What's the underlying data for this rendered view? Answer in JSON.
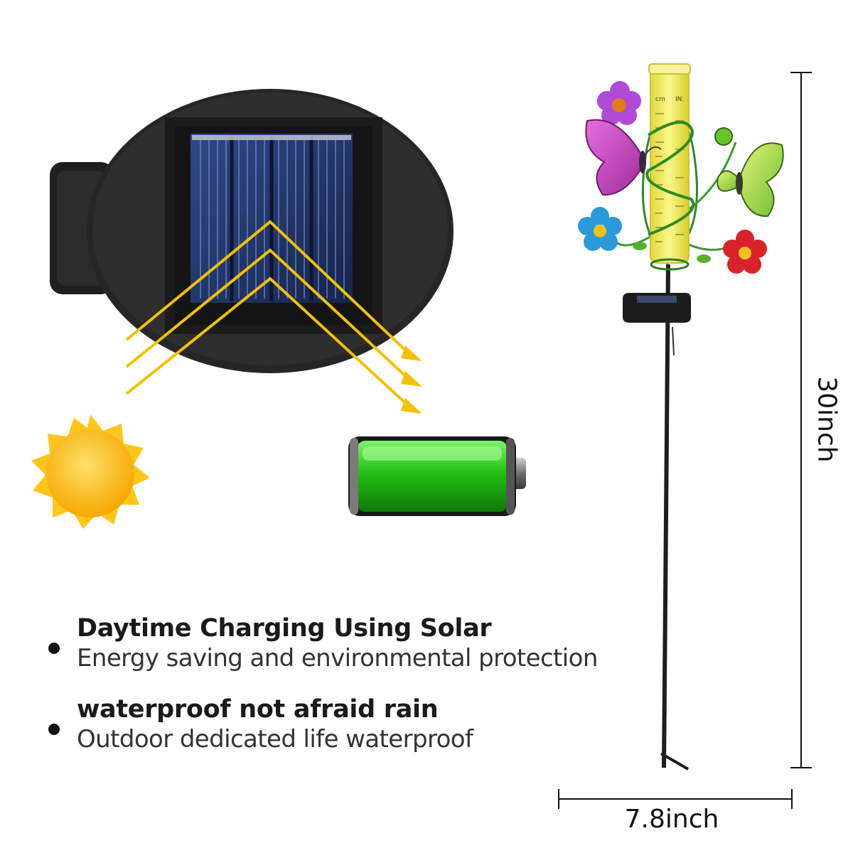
{
  "features": [
    {
      "title": "Daytime Charging Using Solar",
      "subtitle": "Energy saving and environmental protection"
    },
    {
      "title": "waterproof not afraid rain",
      "subtitle": "Outdoor dedicated life waterproof"
    }
  ],
  "dimensions": {
    "height": "30inch",
    "width": "7.8inch"
  },
  "gauge": {
    "unit_cm": "cm",
    "unit_in": "IN."
  },
  "colors": {
    "sun": "#ffc61a",
    "battery": "#2dbd22",
    "light_rays": "#f2c200",
    "gauge_tube": "#f4ee5a",
    "solar_housing": "#2b2b2b",
    "solar_cell": "#233766"
  },
  "icons": [
    "sun-icon",
    "battery-icon",
    "solar-panel-icon",
    "light-ray-arrow-icon",
    "butterfly-icon",
    "flower-icon"
  ]
}
